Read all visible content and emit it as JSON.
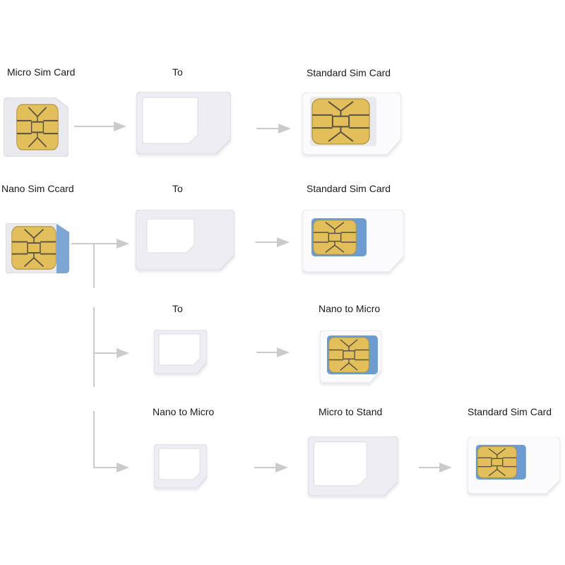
{
  "figure": {
    "description": "SIM card adapter conversion diagram",
    "background": "#ffffff",
    "colors": {
      "label_text": "#1b1b1b",
      "arrow": "#cbcbcb",
      "adapter_body": "#ededf3",
      "white_card": "#fbfbfd",
      "sim_body_gray": "#e9e9ee",
      "chip_gold": "#e2bf5a",
      "chip_line": "#5a5240",
      "sim_artwork_blue": "#6d9cd1"
    },
    "rows": [
      {
        "labels": {
          "source": "Micro Sim Card",
          "middle": "To",
          "result": "Standard Sim Card"
        },
        "cards": [
          "micro-sim-card",
          "micro-to-standard-adapter-empty",
          "standard-sim-assembled"
        ]
      },
      {
        "labels": {
          "source": "Nano Sim Ccard",
          "middle": "To",
          "result": "Standard Sim Card"
        },
        "cards": [
          "nano-sim-card",
          "nano-to-standard-adapter-empty",
          "standard-sim-assembled-nano"
        ]
      },
      {
        "labels": {
          "middle": "To",
          "result": "Nano to Micro"
        },
        "cards": [
          "nano-to-micro-adapter-empty",
          "micro-sim-assembled-nano"
        ]
      },
      {
        "labels": {
          "source": "Nano to Micro",
          "middle": "Micro to Stand",
          "result": "Standard Sim Card"
        },
        "cards": [
          "nano-to-micro-adapter-empty",
          "micro-to-standard-adapter-empty",
          "standard-sim-assembled-nano"
        ]
      }
    ]
  }
}
